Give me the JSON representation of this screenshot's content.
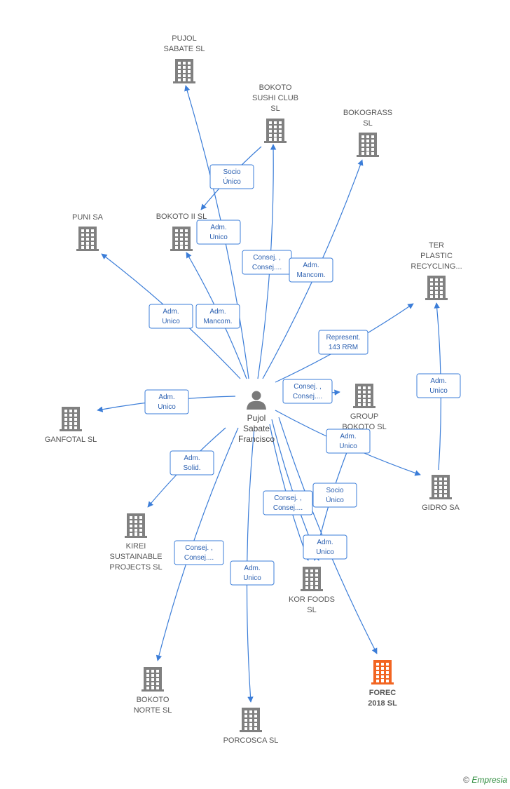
{
  "center": {
    "name_lines": [
      "Pujol",
      "Sabate",
      "Francisco"
    ]
  },
  "companies": [
    {
      "id": "pujol",
      "lines": [
        "PUJOL",
        "SABATE  SL"
      ],
      "color": "#808080"
    },
    {
      "id": "bokoto_sushi",
      "lines": [
        "BOKOTO",
        "SUSHI CLUB",
        "SL"
      ],
      "color": "#808080"
    },
    {
      "id": "bokograss",
      "lines": [
        "BOKOGRASS",
        "SL"
      ],
      "color": "#808080"
    },
    {
      "id": "puni",
      "lines": [
        "PUNI SA"
      ],
      "color": "#808080"
    },
    {
      "id": "bokoto2",
      "lines": [
        "BOKOTO II  SL"
      ],
      "color": "#808080"
    },
    {
      "id": "ter",
      "lines": [
        "TER",
        "PLASTIC",
        "RECYCLING..."
      ],
      "color": "#808080"
    },
    {
      "id": "ganfotal",
      "lines": [
        "GANFOTAL SL"
      ],
      "color": "#808080"
    },
    {
      "id": "group_bokoto",
      "lines": [
        "GROUP",
        "BOKOTO  SL"
      ],
      "color": "#808080"
    },
    {
      "id": "gidro",
      "lines": [
        "GIDRO SA"
      ],
      "color": "#808080"
    },
    {
      "id": "kirei",
      "lines": [
        "KIREI",
        "SUSTAINABLE",
        "PROJECTS  SL"
      ],
      "color": "#808080"
    },
    {
      "id": "kor",
      "lines": [
        "KOR FOODS",
        "SL"
      ],
      "color": "#808080"
    },
    {
      "id": "bokoto_norte",
      "lines": [
        "BOKOTO",
        "NORTE  SL"
      ],
      "color": "#808080"
    },
    {
      "id": "porcosca",
      "lines": [
        "PORCOSCA SL"
      ],
      "color": "#808080"
    },
    {
      "id": "forec",
      "lines": [
        "FOREC",
        "2018  SL"
      ],
      "color": "#f26522",
      "highlight": true
    }
  ],
  "relations": [
    {
      "from": "center",
      "to": "pujol",
      "label": [
        "Adm.",
        "Unico"
      ]
    },
    {
      "from": "bokoto_sushi",
      "to": "bokoto2",
      "label": [
        "Socio",
        "Único"
      ]
    },
    {
      "from": "center",
      "to": "bokoto_sushi",
      "label": [
        "Consej. ,",
        "Consej...."
      ]
    },
    {
      "from": "center",
      "to": "bokograss",
      "label": [
        "Adm.",
        "Mancom."
      ]
    },
    {
      "from": "center",
      "to": "puni",
      "label": [
        "Adm.",
        "Unico"
      ]
    },
    {
      "from": "center",
      "to": "bokoto2",
      "label": [
        "Adm.",
        "Mancom."
      ]
    },
    {
      "from": "center",
      "to": "ter",
      "label": [
        "Represent.",
        "143 RRM"
      ]
    },
    {
      "from": "gidro",
      "to": "ter",
      "label": [
        "Adm.",
        "Unico"
      ]
    },
    {
      "from": "center",
      "to": "ganfotal",
      "label": [
        "Adm.",
        "Unico"
      ]
    },
    {
      "from": "center",
      "to": "group_bokoto",
      "label": [
        "Consej. ,",
        "Consej...."
      ]
    },
    {
      "from": "center",
      "to": "gidro",
      "label": [
        "Adm.",
        "Unico"
      ]
    },
    {
      "from": "group_bokoto",
      "to": "kor",
      "label": [
        "Socio",
        "Único"
      ]
    },
    {
      "from": "center",
      "to": "kirei",
      "label": [
        "Adm.",
        "Solid."
      ]
    },
    {
      "from": "center",
      "to": "kor",
      "label": [
        "Consej. ,",
        "Consej...."
      ]
    },
    {
      "from": "center",
      "to": "kor",
      "label": [
        "Adm.",
        "Unico"
      ],
      "secondary": true
    },
    {
      "from": "center",
      "to": "bokoto_norte",
      "label": [
        "Consej. ,",
        "Consej...."
      ]
    },
    {
      "from": "center",
      "to": "porcosca",
      "label": [
        "Adm.",
        "Unico"
      ]
    },
    {
      "from": "center",
      "to": "forec",
      "label": []
    }
  ],
  "footer": {
    "copyright": "©",
    "brand": "Empresia"
  }
}
